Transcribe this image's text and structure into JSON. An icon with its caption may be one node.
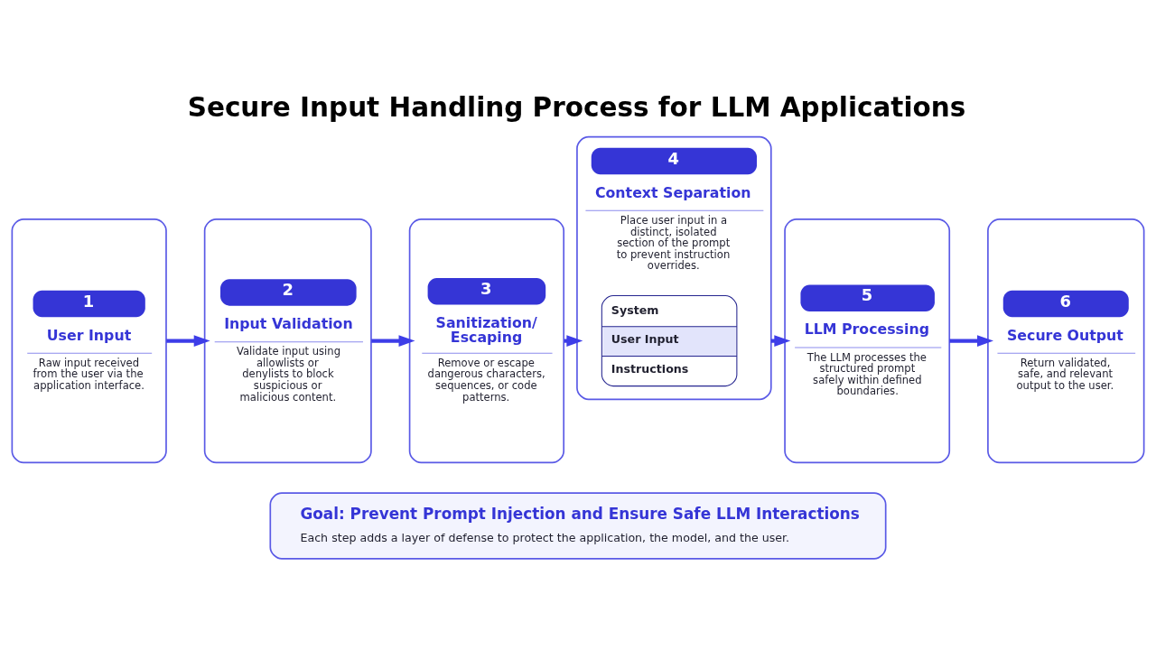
{
  "diagram": {
    "title": "Secure Input Handling Process for LLM Applications",
    "nodes": [
      {
        "text": [
          "1",
          "User Input",
          "Raw input received from the user via the application interface."
        ]
      },
      {
        "text": [
          "2",
          "Input Validation",
          "Validate input using allowlists or denylists to block suspicious or malicious content."
        ]
      },
      {
        "text": [
          "3",
          "Sanitization/ Escaping",
          "Remove or escape dangerous characters, sequences, or code patterns."
        ]
      },
      {
        "text": [
          "4",
          "Context Separation",
          "Place user input in a distinct, isolated section of the prompt to prevent instruction overrides."
        ]
      },
      {
        "text": [
          "System",
          "User Input",
          "Instructions"
        ],
        "in": 3
      },
      {
        "text": [
          "5",
          "LLM Processing",
          "The LLM processes the structured prompt safely within defined boundaries."
        ]
      },
      {
        "text": [
          "6",
          "Secure Output",
          "Return validated, safe, and relevant output to the user."
        ]
      },
      {
        "text": [
          "Goal: Prevent Prompt Injection and Ensure Safe LLM Interactions",
          "Each step adds a layer of defense to protect the application, the model, and the user."
        ]
      }
    ],
    "edges": [
      {
        "from": 0,
        "to": 1,
        "arrow": "to"
      },
      {
        "from": 1,
        "to": 2,
        "arrow": "to"
      },
      {
        "from": 2,
        "to": 3,
        "arrow": "to"
      },
      {
        "from": 3,
        "to": 5,
        "arrow": "to"
      },
      {
        "from": 5,
        "to": 6,
        "arrow": "to"
      }
    ]
  }
}
